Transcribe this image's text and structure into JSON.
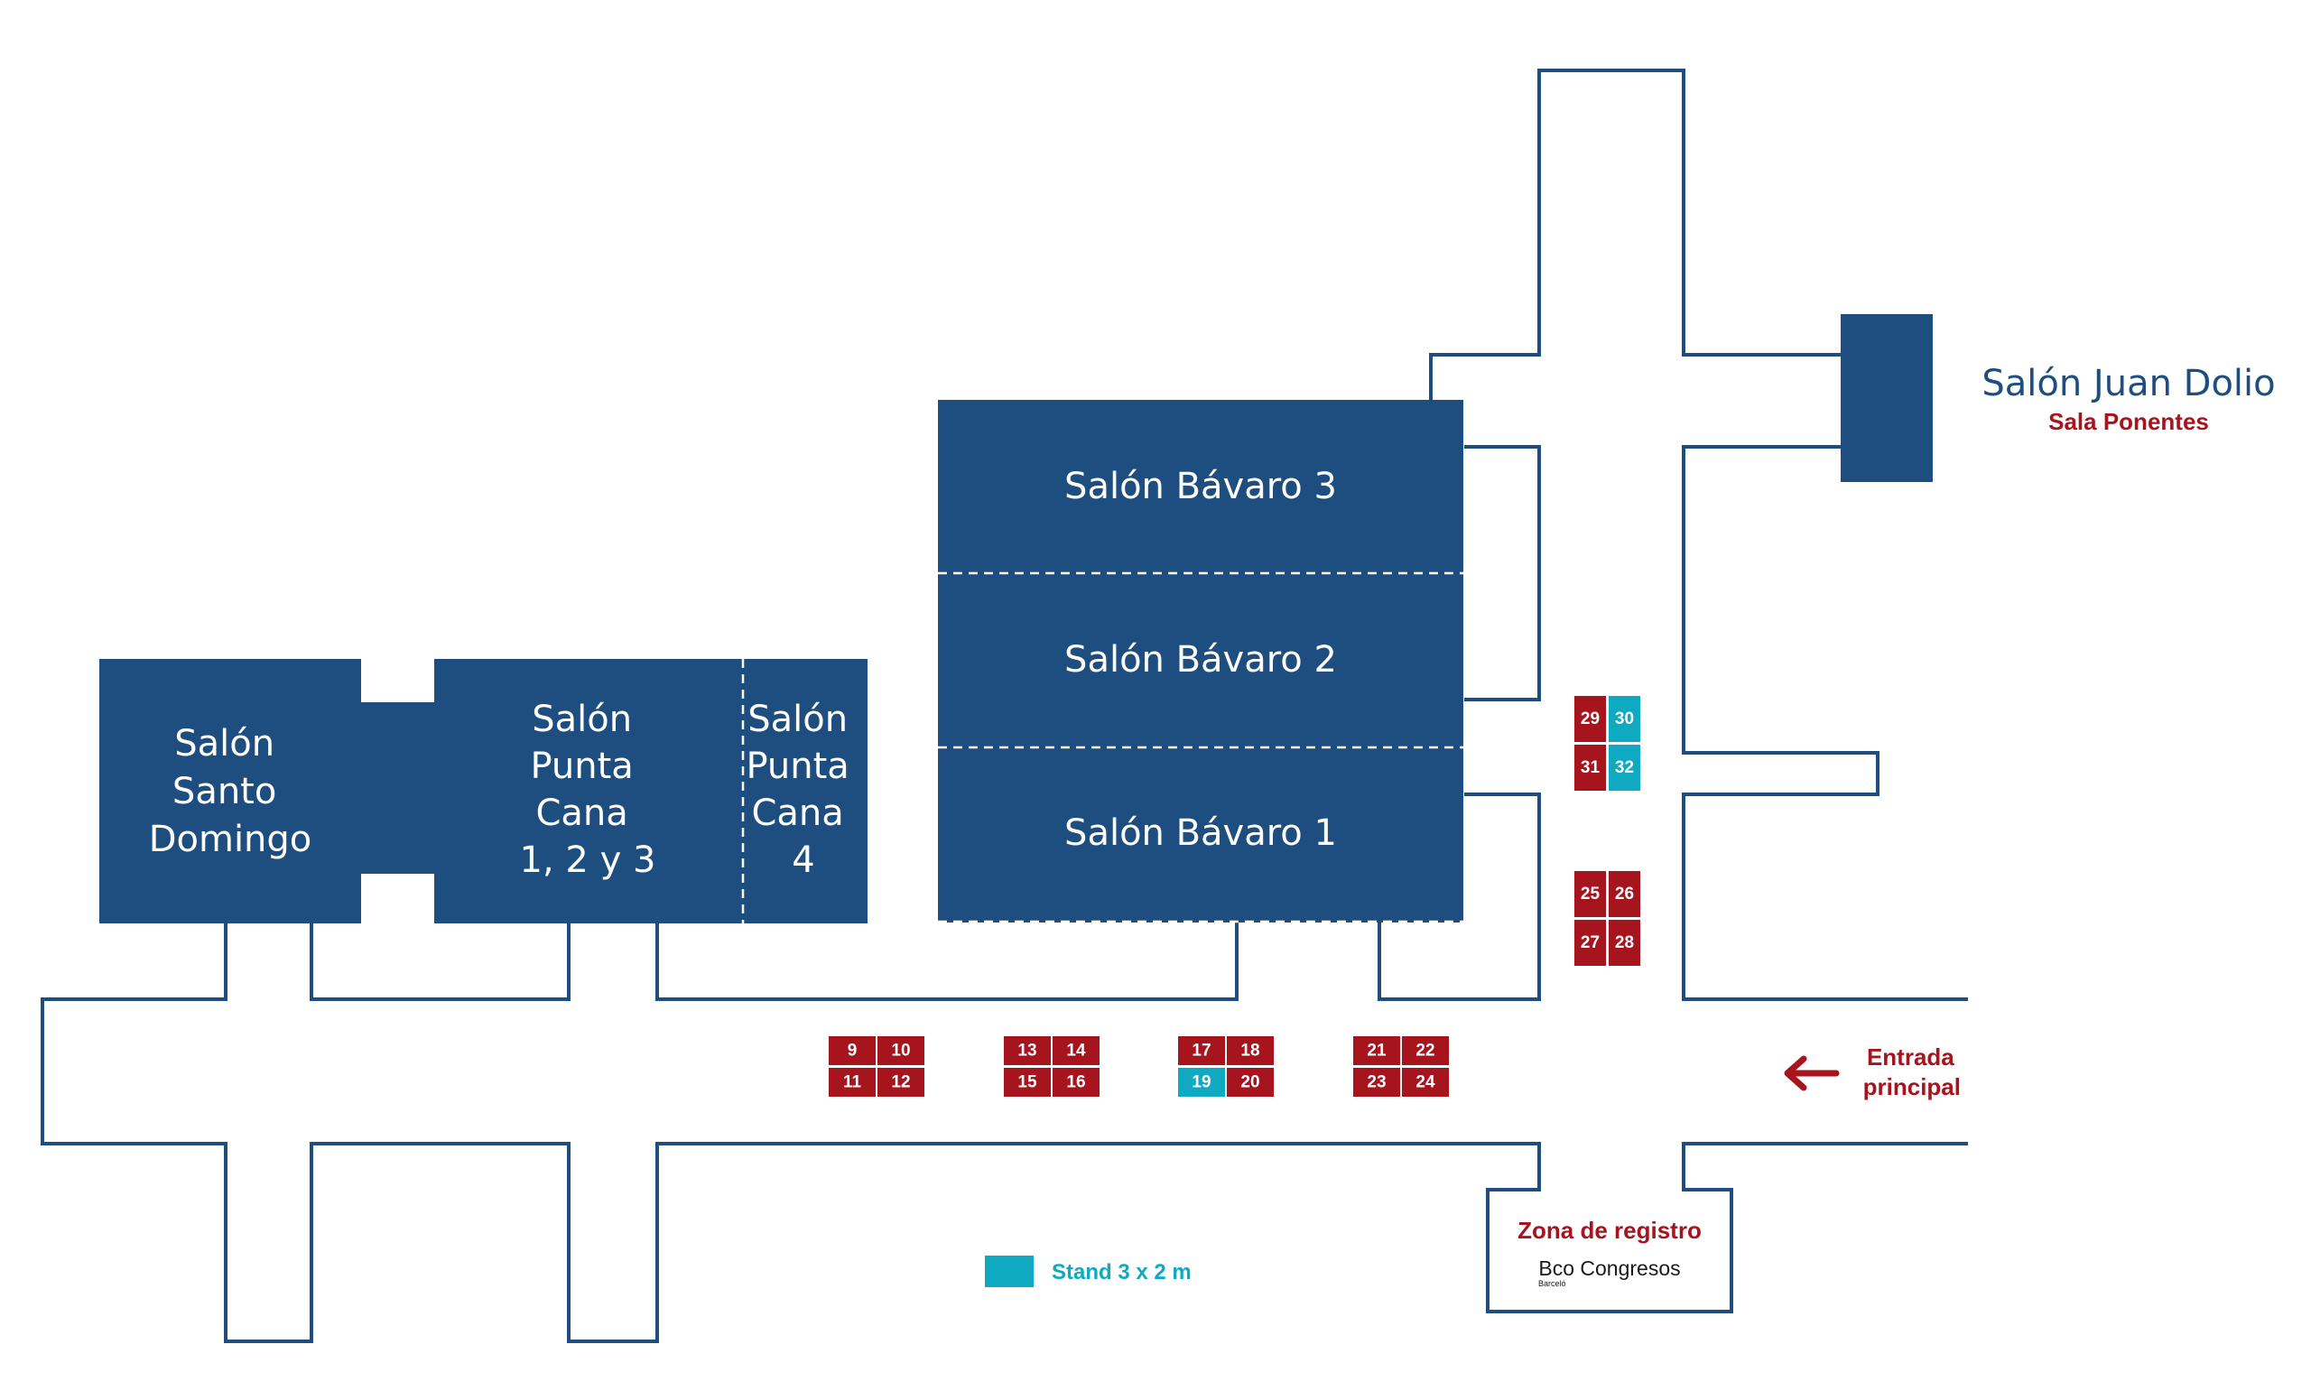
{
  "colors": {
    "hall": "#1e4e80",
    "corridor_line": "#1e4e80",
    "stand_standard": "#a6141e",
    "stand_3x2": "#0fa9c2",
    "accent_red": "#a6141e"
  },
  "halls": {
    "santo_domingo": [
      "Salón",
      "Santo",
      "Domingo"
    ],
    "punta_cana_123": [
      "Salón",
      "Punta",
      "Cana",
      "1, 2 y 3"
    ],
    "punta_cana_4": [
      "Salón",
      "Punta",
      "Cana",
      "4"
    ],
    "bavaro_3": "Salón Bávaro 3",
    "bavaro_2": "Salón Bávaro 2",
    "bavaro_1": "Salón Bávaro 1",
    "juan_dolio": {
      "title": "Salón Juan Dolio",
      "subtitle": "Sala Ponentes"
    }
  },
  "entrance": [
    "Entrada",
    "principal"
  ],
  "registration": {
    "title": "Zona de registro",
    "logo_main": "Bco Congresos",
    "logo_small": "Barceló"
  },
  "legend": {
    "label": "Stand 3 x 2 m",
    "icon": "teal-square"
  },
  "stands": [
    {
      "num": "9",
      "type": "standard"
    },
    {
      "num": "10",
      "type": "standard"
    },
    {
      "num": "11",
      "type": "standard"
    },
    {
      "num": "12",
      "type": "standard"
    },
    {
      "num": "13",
      "type": "standard"
    },
    {
      "num": "14",
      "type": "standard"
    },
    {
      "num": "15",
      "type": "standard"
    },
    {
      "num": "16",
      "type": "standard"
    },
    {
      "num": "17",
      "type": "standard"
    },
    {
      "num": "18",
      "type": "standard"
    },
    {
      "num": "19",
      "type": "3x2"
    },
    {
      "num": "20",
      "type": "standard"
    },
    {
      "num": "21",
      "type": "standard"
    },
    {
      "num": "22",
      "type": "standard"
    },
    {
      "num": "23",
      "type": "standard"
    },
    {
      "num": "24",
      "type": "standard"
    },
    {
      "num": "25",
      "type": "standard"
    },
    {
      "num": "26",
      "type": "standard"
    },
    {
      "num": "27",
      "type": "standard"
    },
    {
      "num": "28",
      "type": "standard"
    },
    {
      "num": "29",
      "type": "standard"
    },
    {
      "num": "30",
      "type": "3x2"
    },
    {
      "num": "31",
      "type": "standard"
    },
    {
      "num": "32",
      "type": "3x2"
    }
  ]
}
